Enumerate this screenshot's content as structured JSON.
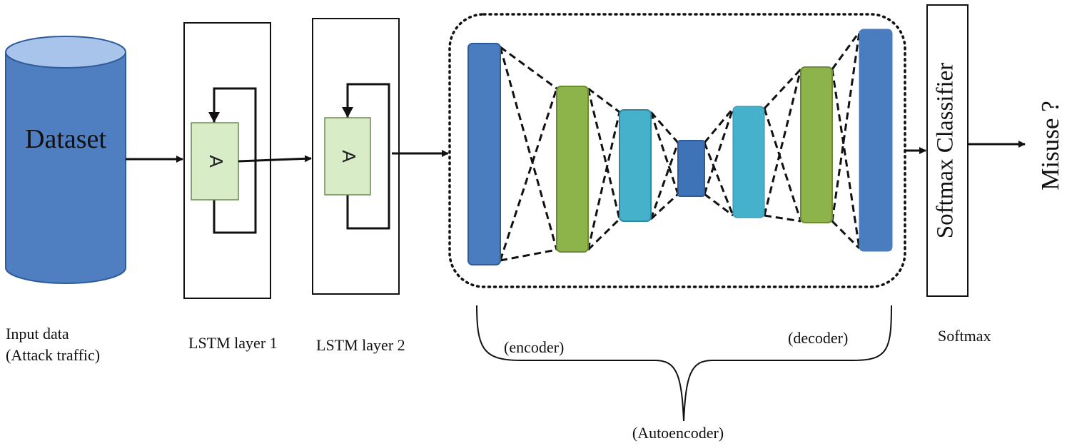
{
  "dataset": {
    "label": "Dataset"
  },
  "labels": {
    "input": [
      "Input data",
      "(Attack traffic)"
    ],
    "lstm1": "LSTM layer 1",
    "lstm2": "LSTM layer 2",
    "encoder": "(encoder)",
    "decoder": "(decoder)",
    "autoencoder": "(Autoencoder)",
    "softmax": "Softmax",
    "softmax_classifier": "Softmax Classifier",
    "output": "Misuse ?"
  },
  "lstm_cell": {
    "label": "A"
  },
  "colors": {
    "dataset_fill": "#4f7fc0",
    "dataset_top": "#a9c4ea",
    "cell_fill": "#d8ecc7",
    "cell_border": "#6d8a52",
    "blue": "#4a7dbf",
    "green": "#8db44a",
    "cyan": "#45b1cb",
    "dark_blue": "#3f73b8"
  }
}
